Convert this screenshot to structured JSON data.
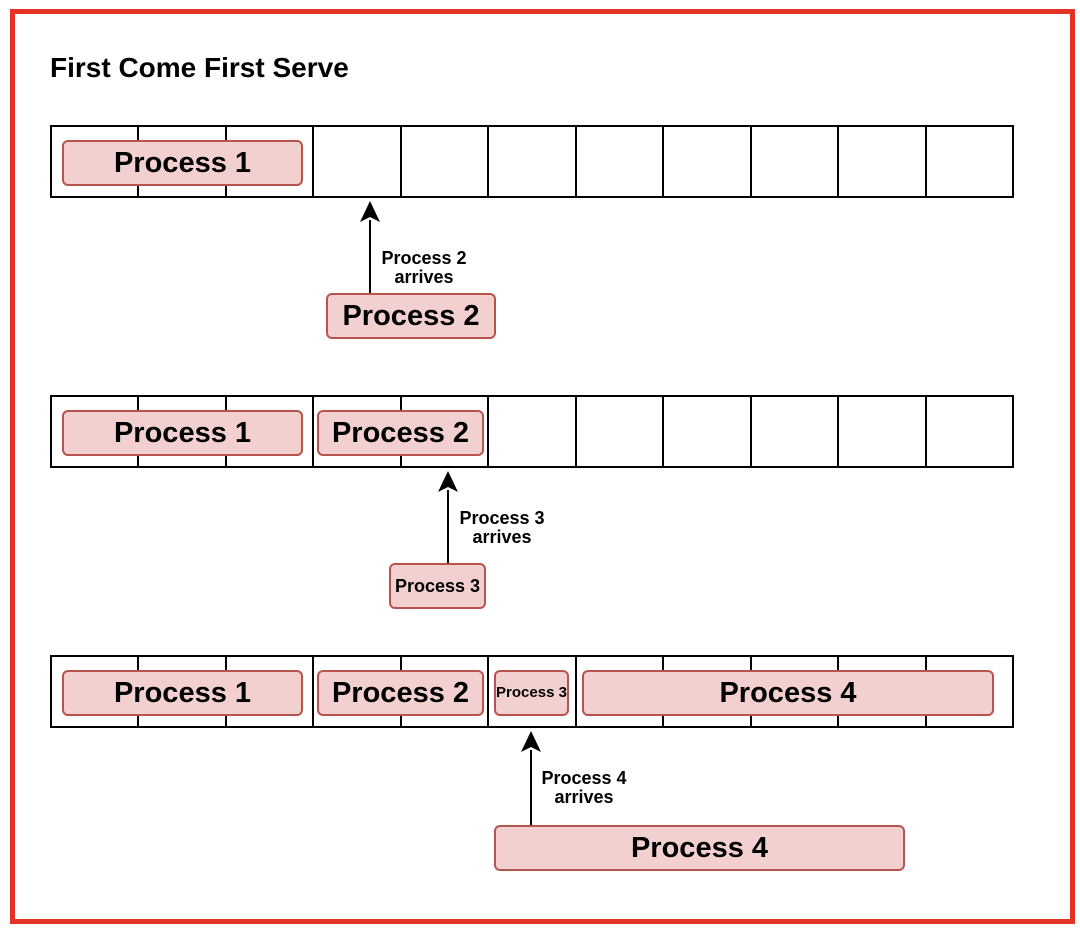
{
  "title": "First Come First Serve",
  "colors": {
    "frame": "#e53226",
    "process_fill": "#f2d0cf",
    "process_stroke": "#b85450"
  },
  "rows": [
    {
      "cells": 11,
      "blocks": [
        "Process 1"
      ]
    },
    {
      "cells": 11,
      "blocks": [
        "Process 1",
        "Process 2"
      ]
    },
    {
      "cells": 11,
      "blocks": [
        "Process 1",
        "Process 2",
        "Process 3",
        "Process 4"
      ]
    }
  ],
  "arrivals": [
    {
      "label": "Process 2 arrives",
      "line1": "Process 2",
      "line2": "arrives",
      "process": "Process 2"
    },
    {
      "label": "Process 3 arrives",
      "line1": "Process 3",
      "line2": "arrives",
      "process": "Process 3"
    },
    {
      "label": "Process 4 arrives",
      "line1": "Process 4",
      "line2": "arrives",
      "process": "Process 4"
    }
  ]
}
